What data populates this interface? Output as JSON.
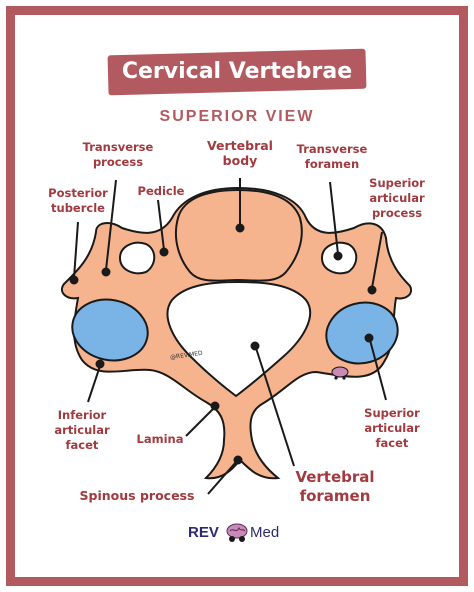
{
  "title": "Cervical Vertebrae",
  "subtitle": "SUPERIOR VIEW",
  "labels": {
    "transverse_process": "Transverse\nprocess",
    "vertebral_body": "Vertebral\nbody",
    "transverse_foramen": "Transverse\nforamen",
    "posterior_tubercle": "Posterior\ntubercle",
    "pedicle": "Pedicle",
    "superior_articular_process": "Superior\narticular\nprocess",
    "inferior_articular_facet": "Inferior\narticular\nfacet",
    "lamina": "Lamina",
    "superior_articular_facet": "Superior\narticular\nfacet",
    "spinous_process": "Spinous process",
    "vertebral_foramen": "Vertebral\nforamen"
  },
  "watermark": "@REV.MED",
  "brand": {
    "rev": "REV",
    "med": "Med"
  },
  "colors": {
    "frame": "#b25a5f",
    "bone": "#f6b48e",
    "facet": "#7ab4e6",
    "label": "#a23a3f",
    "outline": "#1a1a1a"
  }
}
